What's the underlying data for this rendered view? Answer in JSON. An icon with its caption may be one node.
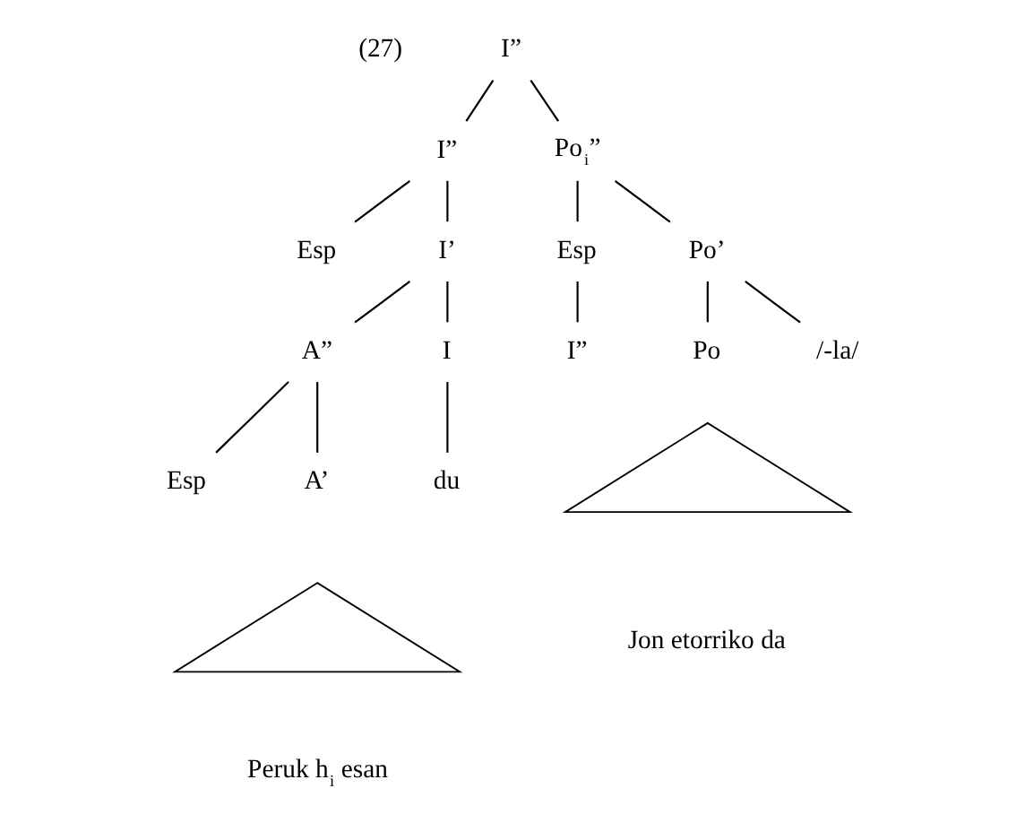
{
  "diagram": {
    "nodes": [
      {
        "text": [
          "I”"
        ]
      },
      {
        "text": [
          "I”"
        ]
      },
      {
        "text": [
          "Po$_{i}$”"
        ]
      },
      {
        "text": [
          "Esp"
        ]
      },
      {
        "text": [
          "I’"
        ]
      },
      {
        "text": [
          "Esp"
        ]
      },
      {
        "text": [
          "Po’"
        ]
      },
      {
        "text": [
          "A”"
        ]
      },
      {
        "text": [
          "I"
        ]
      },
      {
        "text": [
          "I”"
        ]
      },
      {
        "text": [
          "Po"
        ]
      },
      {
        "text": [
          "Esp"
        ]
      },
      {
        "text": [
          "A’"
        ]
      },
      {
        "text": [
          "du"
        ]
      },
      {
        "text": [
          "/-la/"
        ]
      },
      {
        "text": [],
        "shape": "triangle"
      },
      {
        "text": [
          "Jon etorriko da"
        ]
      },
      {
        "text": [],
        "shape": "triangle"
      },
      {
        "text": [
          "Peruk h$_{i}$ esan"
        ]
      }
    ],
    "edges": [
      {
        "from": 0,
        "to": 1,
        "arrow": "none"
      },
      {
        "from": 0,
        "to": 2,
        "arrow": "none"
      },
      {
        "from": 1,
        "to": 3,
        "arrow": "none"
      },
      {
        "from": 1,
        "to": 4,
        "arrow": "none"
      },
      {
        "from": 2,
        "to": 5,
        "arrow": "none"
      },
      {
        "from": 2,
        "to": 6,
        "arrow": "none"
      },
      {
        "from": 4,
        "to": 7,
        "arrow": "none"
      },
      {
        "from": 4,
        "to": 8,
        "arrow": "none"
      },
      {
        "from": 5,
        "to": 9,
        "arrow": "none"
      },
      {
        "from": 6,
        "to": 10,
        "arrow": "none"
      },
      {
        "from": 6,
        "to": 14,
        "arrow": "none"
      },
      {
        "from": 7,
        "to": 11,
        "arrow": "none"
      },
      {
        "from": 7,
        "to": 12,
        "arrow": "none"
      },
      {
        "from": 8,
        "to": 13,
        "arrow": "none"
      }
    ],
    "labels": [
      "(27)"
    ]
  }
}
